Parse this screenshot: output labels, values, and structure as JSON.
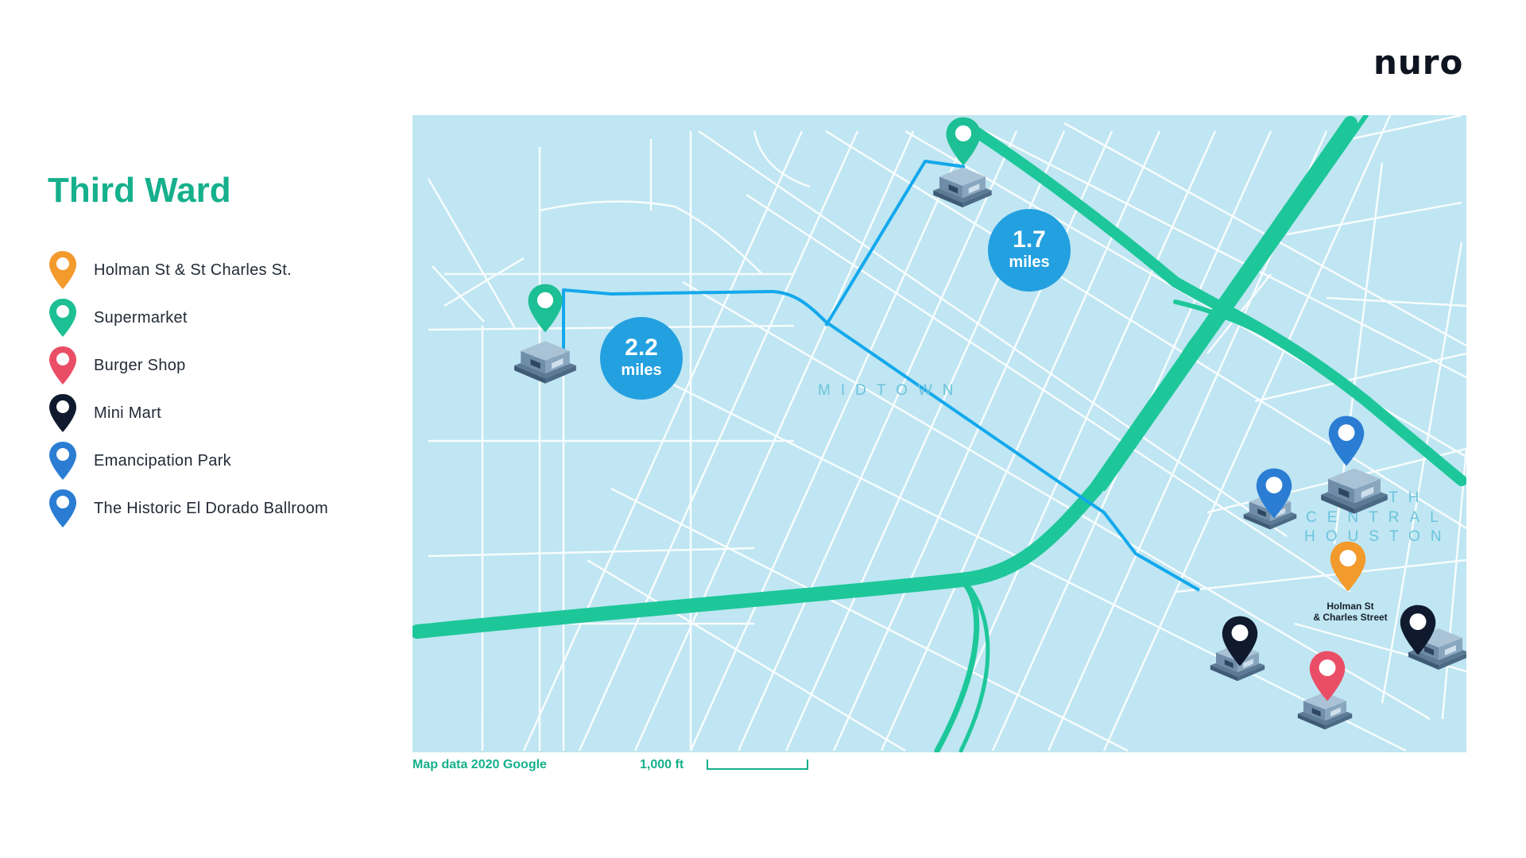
{
  "brand": {
    "logo_text": "nuro"
  },
  "sidebar": {
    "title": "Third Ward",
    "legend": [
      {
        "label": "Holman St & St Charles St.",
        "color": "#f39a2d",
        "icon": "map-pin-icon"
      },
      {
        "label": "Supermarket",
        "color": "#1dbf94",
        "icon": "map-pin-icon"
      },
      {
        "label": "Burger Shop",
        "color": "#ea4e66",
        "icon": "map-pin-icon"
      },
      {
        "label": "Mini Mart",
        "color": "#0f1a2e",
        "icon": "map-pin-icon"
      },
      {
        "label": "Emancipation Park",
        "color": "#2a7dd3",
        "icon": "map-pin-icon"
      },
      {
        "label": "The Historic El Dorado Ballroom",
        "color": "#2a7dd3",
        "icon": "map-pin-icon"
      }
    ]
  },
  "map": {
    "colors": {
      "water_bg": "#bfe6f2",
      "street": "#ffffff",
      "highway": "#1dc79a",
      "route": "#13a8ec",
      "badge": "#23a0e0",
      "district_label": "#6cc3dd"
    },
    "district_labels": {
      "midtown": "MIDTOWN",
      "south_central_line1": "SOUTH",
      "south_central_line2": "CENTRAL",
      "south_central_line3": "HOUSTON"
    },
    "distance_badges": [
      {
        "value": "2.2",
        "unit": "miles"
      },
      {
        "value": "1.7",
        "unit": "miles"
      }
    ],
    "pin_label": {
      "line1": "Holman St",
      "line2": "& Charles Street"
    }
  },
  "footer": {
    "attribution": "Map data 2020 Google",
    "scale_label": "1,000 ft"
  }
}
